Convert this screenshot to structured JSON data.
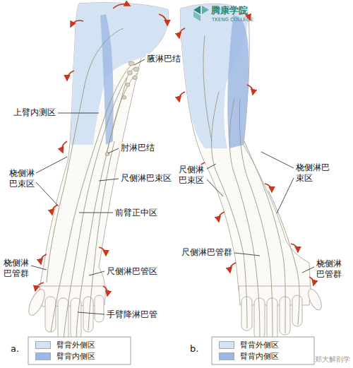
{
  "diagram": {
    "labels": [
      "腾康学院",
      "TKENG COLLEGE",
      "腋淋巴结",
      "上臂内测区",
      "肘淋巴结",
      "桡侧淋巴束区",
      "尺侧淋巴束区",
      "前臂正中区",
      "桡侧淋巴管群",
      "尺侧淋巴管区",
      "手臂降淋巴管",
      "a.",
      "尺侧淋巴束区",
      "桡侧淋巴束区",
      "尺侧淋巴管群",
      "桡侧淋巴管群",
      "b.",
      "郑大解剖学"
    ],
    "legend": [
      {
        "text": "臂背外侧区",
        "color": "#d4e3f4"
      },
      {
        "text": "臂背内侧区",
        "color": "#9db8e4"
      },
      {
        "text": "臂背外侧区",
        "color": "#d4e3f4"
      },
      {
        "text": "臂背内侧区",
        "color": "#9db8e4"
      }
    ]
  }
}
